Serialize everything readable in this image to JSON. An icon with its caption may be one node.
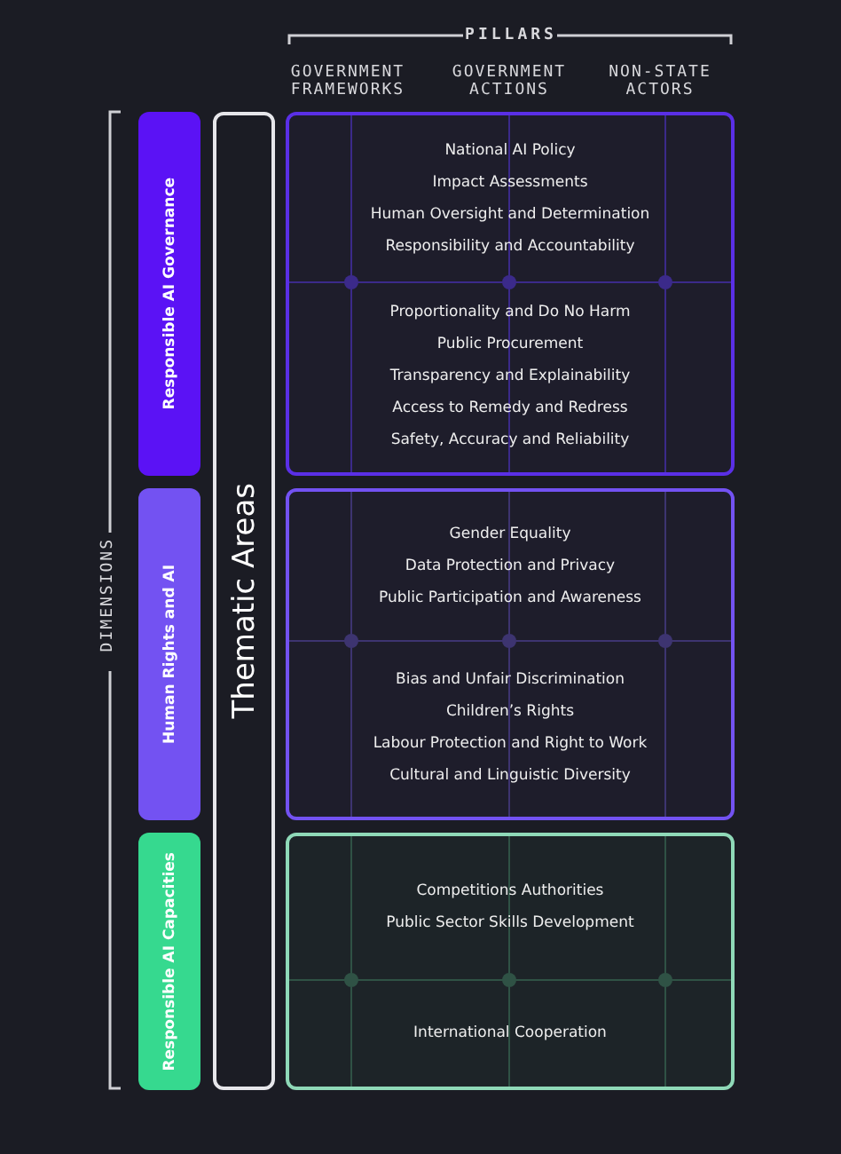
{
  "diagram": {
    "nodes": [
      {
        "text": [
          "Responsible AI Governance"
        ]
      },
      {
        "text": [
          "Human Rights and AI"
        ]
      },
      {
        "text": [
          "Responsible AI Capacities"
        ]
      },
      {
        "text": [
          "Thematic Areas"
        ]
      },
      {
        "text": [
          "National AI Policy",
          "Impact Assessments",
          "Human Oversight and Determination",
          "Responsibility and Accountability",
          "Proportionality and Do No Harm",
          "Public Procurement",
          "Transparency and Explainability",
          "Access to Remedy and Redress",
          "Safety, Accuracy and Reliability"
        ]
      },
      {
        "text": [
          "Gender Equality",
          "Data Protection and Privacy",
          "Public Participation and Awareness",
          "Bias and Unfair Discrimination",
          "Children’s Rights",
          "Labour Protection and Right to Work",
          "Cultural and Linguistic Diversity"
        ]
      },
      {
        "text": [
          "Competitions Authorities",
          "Public Sector Skills Development",
          "International Cooperation"
        ]
      }
    ],
    "labels": [
      "PILLARS",
      "GOVERNMENT FRAMEWORKS",
      "GOVERNMENT ACTIONS",
      "NON-STATE ACTORS",
      "DIMENSIONS"
    ]
  }
}
